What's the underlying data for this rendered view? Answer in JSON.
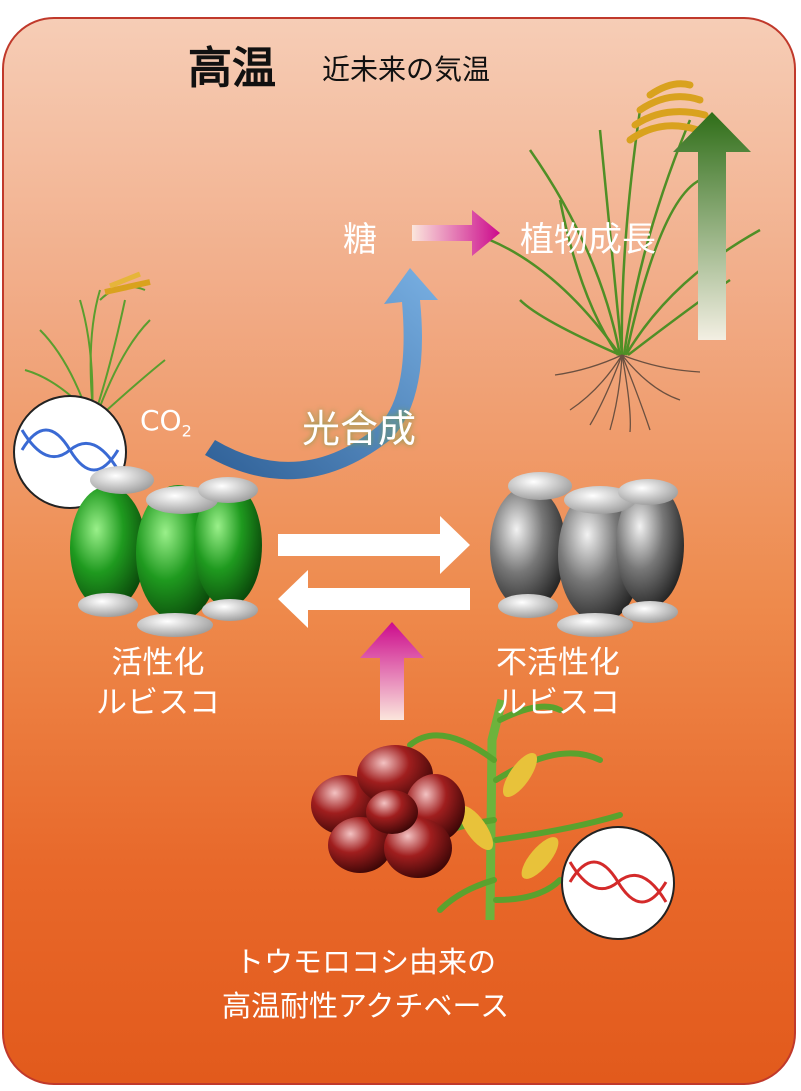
{
  "title": {
    "main": "高温",
    "sub": "近未来の気温"
  },
  "flow": {
    "sugar": "糖",
    "growth": "植物成長",
    "photosynthesis": "光合成",
    "co2": "CO",
    "co2_sub": "2"
  },
  "rubisco": {
    "active_line1": "活性化",
    "active_line2": "ルビスコ",
    "inactive_line1": "不活性化",
    "inactive_line2": "ルビスコ"
  },
  "enzyme": {
    "line1": "トウモロコシ由来の",
    "line2": "高温耐性アクチベース"
  },
  "colors": {
    "border": "#c0392b",
    "active_rubisco": "#1f9a1f",
    "inactive_rubisco": "#7a7a7a",
    "activase": "#8b1a1a",
    "magenta_arrow": "#cc0a8c",
    "growth_arrow": "#3d7a1f",
    "curve_arrow": "#4a86c4"
  }
}
